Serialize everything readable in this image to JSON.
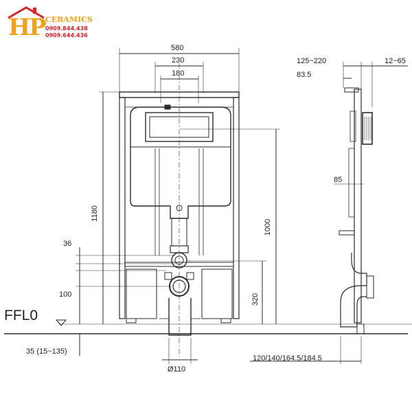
{
  "logo": {
    "letters": "HP",
    "brand": "CERAMICS",
    "phone_1": "0909.844.438",
    "phone_2": "0909.644.436",
    "colors": {
      "primary": "#f2a11d",
      "accent": "#d9232a"
    }
  },
  "dimensions": {
    "overall_width": "580",
    "frame_width": "230",
    "plate_width": "180",
    "frame_height": "1180",
    "height_1000": "1000",
    "height_320": "320",
    "offset_36": "36",
    "offset_100": "100",
    "floor_level": "FFL0",
    "floor_offset": "35 (15~135)",
    "pipe_diameter": "Ø110",
    "side_depth_range": "125~220",
    "side_83": "83.5",
    "side_12_65": "12~65",
    "side_85": "85",
    "side_bottom": "120/140/164.5/184.5"
  }
}
